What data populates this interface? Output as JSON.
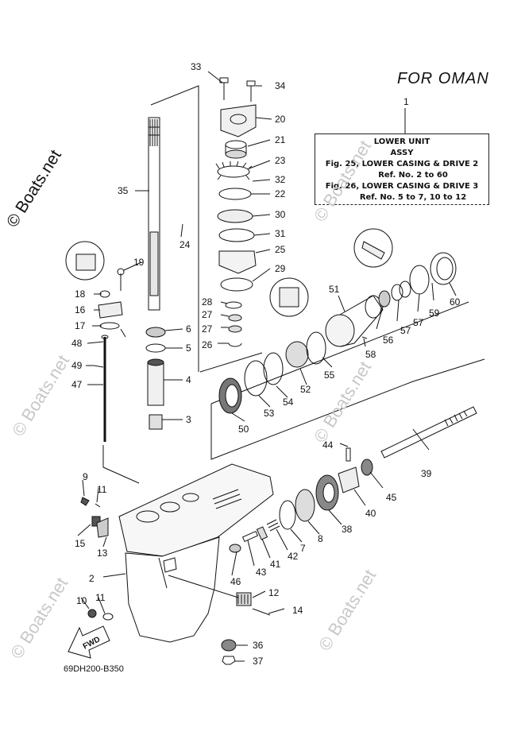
{
  "header": {
    "region": "FOR  OMAN"
  },
  "reference": {
    "number": "1",
    "lines": [
      "LOWER UNIT",
      "ASSY",
      "Fig. 25, LOWER CASING & DRIVE 2",
      "Ref. No. 2 to 60",
      "Fig. 26, LOWER CASING & DRIVE 3",
      "Ref. No. 5 to 7, 10 to 12"
    ]
  },
  "watermark": {
    "main": "© Boats.net",
    "repeat": "© Boats.net"
  },
  "footer": {
    "drawing_code": "69DH200-B350",
    "fwd_label": "FWD"
  },
  "callouts": {
    "p2": "2",
    "p3": "3",
    "p4": "4",
    "p5": "5",
    "p6": "6",
    "p7": "7",
    "p8": "8",
    "p9": "9",
    "p10": "10",
    "p11a": "11",
    "p11b": "11",
    "p12": "12",
    "p13": "13",
    "p14": "14",
    "p15": "15",
    "p16": "16",
    "p17": "17",
    "p18": "18",
    "p19": "19",
    "p20": "20",
    "p21": "21",
    "p22": "22",
    "p23": "23",
    "p24": "24",
    "p25": "25",
    "p26": "26",
    "p27a": "27",
    "p27b": "27",
    "p28": "28",
    "p29": "29",
    "p30": "30",
    "p31": "31",
    "p32": "32",
    "p33": "33",
    "p34": "34",
    "p35": "35",
    "p36": "36",
    "p37": "37",
    "p38": "38",
    "p39": "39",
    "p40": "40",
    "p41": "41",
    "p42": "42",
    "p43": "43",
    "p44": "44",
    "p45": "45",
    "p46": "46",
    "p47": "47",
    "p48": "48",
    "p49": "49",
    "p50": "50",
    "p51": "51",
    "p52": "52",
    "p53": "53",
    "p54": "54",
    "p55": "55",
    "p56": "56",
    "p57a": "57",
    "p57b": "57",
    "p58": "58",
    "p59": "59",
    "p60": "60"
  }
}
